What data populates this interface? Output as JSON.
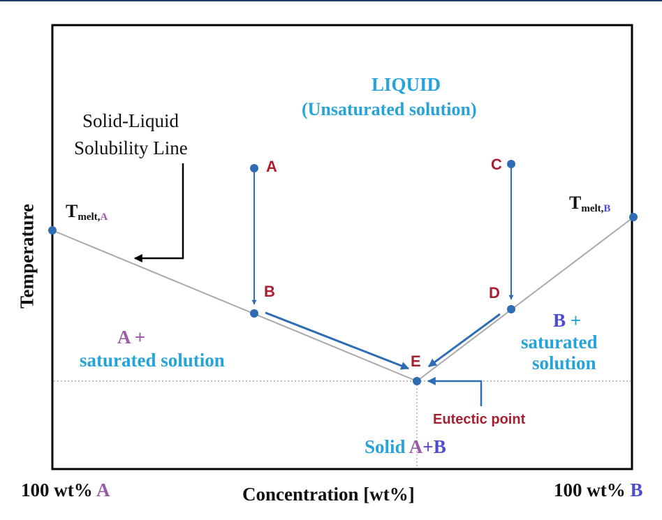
{
  "liquid": {
    "title": "LIQUID",
    "subtitle": "(Unsaturated solution)"
  },
  "solubility_line": {
    "line1": "Solid-Liquid",
    "line2": "Solubility Line"
  },
  "tmelt_a": {
    "base": "T",
    "sub_text": "melt,",
    "sub_letter": "A"
  },
  "tmelt_b": {
    "base": "T",
    "sub_text": "melt,",
    "sub_letter": "B"
  },
  "points": {
    "A": "A",
    "B": "B",
    "C": "C",
    "D": "D",
    "E": "E"
  },
  "region_a": {
    "line1_letter": "A",
    "line1_plus": "+",
    "line2": "saturated solution"
  },
  "region_b": {
    "line1_letter": "B",
    "line1_plus": "+",
    "line2": "saturated",
    "line3": "solution"
  },
  "eutectic_label": "Eutectic point",
  "solid": {
    "word": "Solid ",
    "a": "A",
    "plus": "+",
    "b": "B"
  },
  "axes": {
    "y_label": "Temperature",
    "x_label": "Concentration [wt%]",
    "x_left": {
      "text": "100 wt% ",
      "letter": "A"
    },
    "x_right": {
      "text": "100 wt% ",
      "letter": "B"
    }
  },
  "colors": {
    "frame": "#000000",
    "line_gray": "#a9a9a9",
    "point_blue": "#2e6db4",
    "arrow_blue": "#2e6db4",
    "label_red": "#a8202f",
    "liquid_blue": "#26a3d8",
    "purple": "#9b59a8",
    "indigo": "#4c4bd1"
  }
}
